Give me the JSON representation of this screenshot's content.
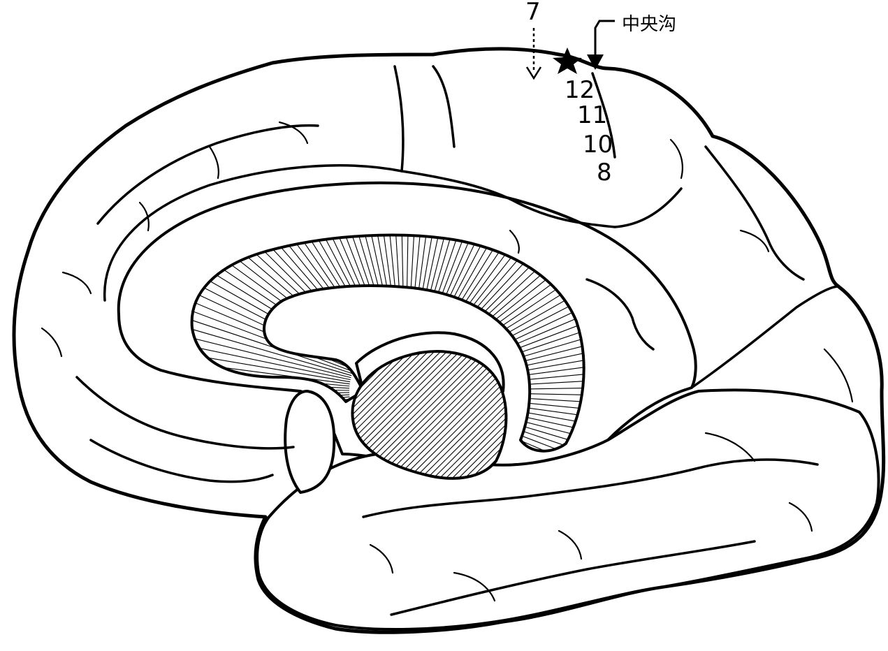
{
  "labels": {
    "central_sulcus": "中央沟",
    "point_7": "7",
    "point_12": "12",
    "point_11": "11",
    "point_10": "10",
    "point_8": "8"
  },
  "colors": {
    "ink": "#000000",
    "background": "#ffffff"
  },
  "icons": {
    "marker": "star-icon",
    "pointer": "arrow-down-icon"
  }
}
